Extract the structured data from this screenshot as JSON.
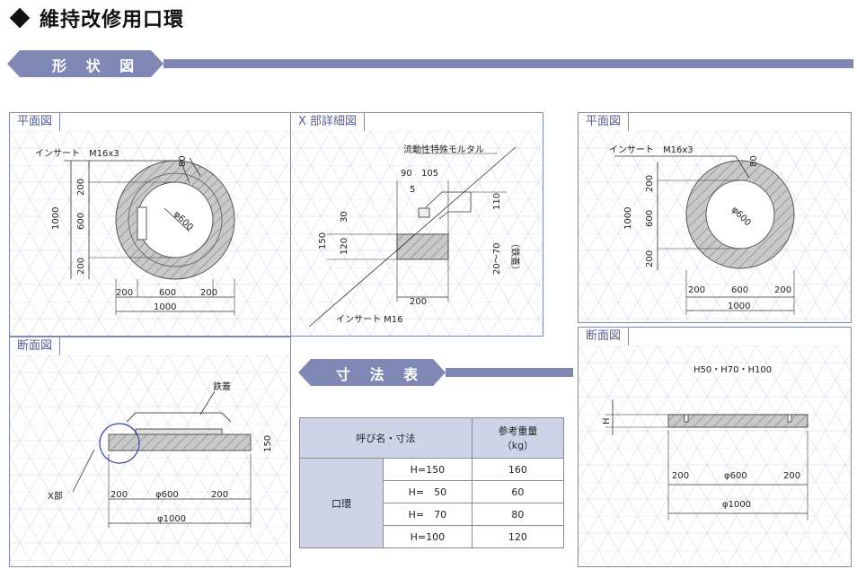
{
  "page_title": "維持改修用口環",
  "sections": {
    "shape": "形 状 図",
    "dimensions": "寸 法 表"
  },
  "panels": {
    "plan_left": {
      "tab": "平面図"
    },
    "detail_x": {
      "tab": "X 部詳細図"
    },
    "plan_right": {
      "tab": "平面図"
    },
    "section_left": {
      "tab": "断面図"
    },
    "section_right": {
      "tab": "断面図"
    }
  },
  "labels": {
    "insert_m16x3": "インサート　M16x3",
    "insert_m16": "インサート M16",
    "phi600": "φ600",
    "mortar": "流動性特殊モルタル",
    "iron_lid": "鉄蓋",
    "iron_lid_paren": "（鉄蓋）",
    "x_part": "X部",
    "h_values": "H50・H70・H100",
    "h": "H",
    "d1000": "1000",
    "d600": "600",
    "d200": "200",
    "d80": "80",
    "d90": "90",
    "d105": "105",
    "d5": "5",
    "d30": "30",
    "d120": "120",
    "d150": "150",
    "d110": "110",
    "d20_70": "20～70",
    "phi1000": "φ1000",
    "phi600b": "φ600"
  },
  "table": {
    "header_name": "呼び名・寸法",
    "header_weight": "参考重量",
    "header_unit": "（kg）",
    "row_name": "口環",
    "rows": [
      {
        "h": "H=150",
        "w": "160"
      },
      {
        "h": "H=　50",
        "w": "60"
      },
      {
        "h": "H=　70",
        "w": "80"
      },
      {
        "h": "H=100",
        "w": "120"
      }
    ]
  },
  "colors": {
    "accent": "#7f87b5",
    "ribbon": "#7f87b5",
    "concrete": "#c8c8c8",
    "header_bg": "#cfd3e8"
  }
}
